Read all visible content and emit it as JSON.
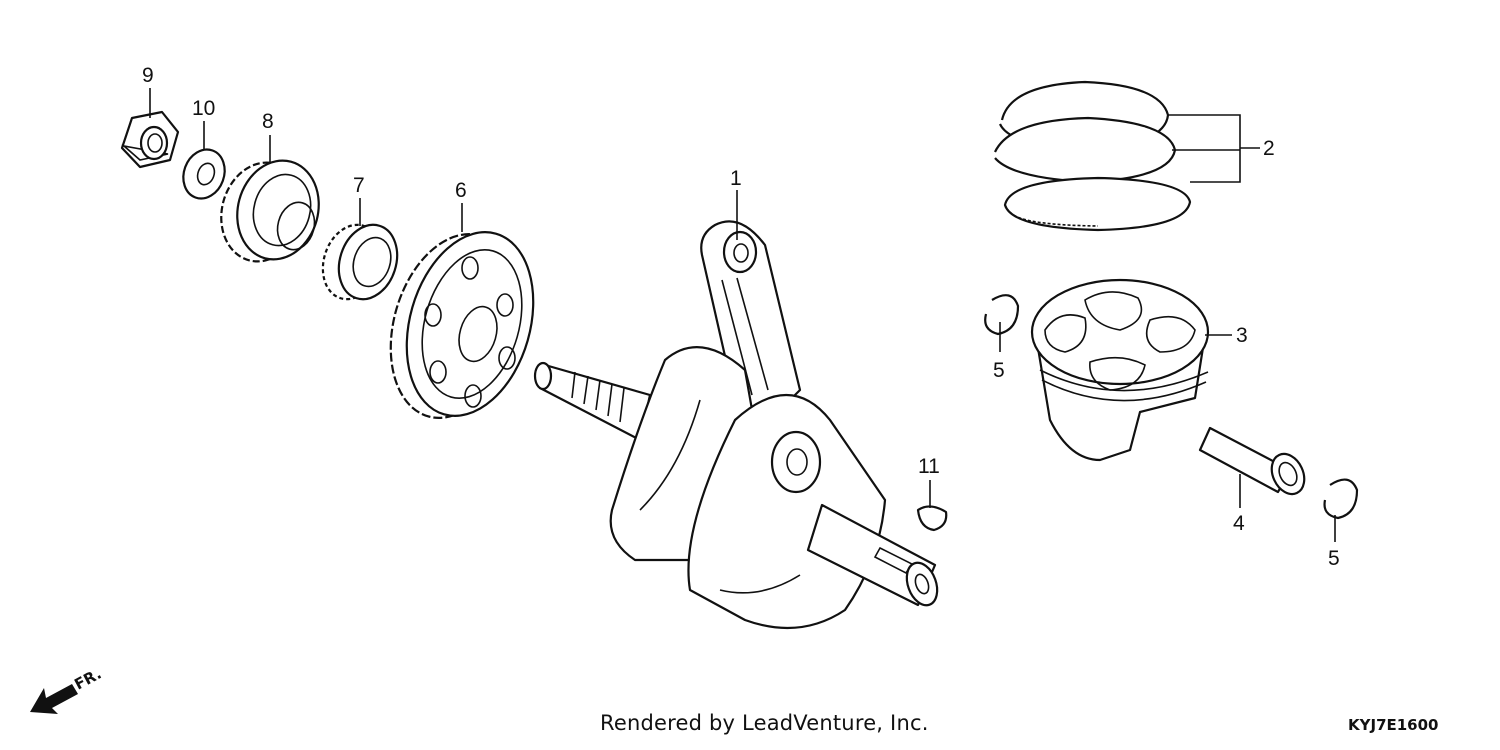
{
  "callouts": {
    "c1": "1",
    "c2": "2",
    "c3": "3",
    "c4": "4",
    "c5a": "5",
    "c5b": "5",
    "c6": "6",
    "c7": "7",
    "c8": "8",
    "c9": "9",
    "c10": "10",
    "c11": "11"
  },
  "direction_label": "FR.",
  "credit": "Rendered by LeadVenture, Inc.",
  "diagram_code": "KYJ7E1600"
}
